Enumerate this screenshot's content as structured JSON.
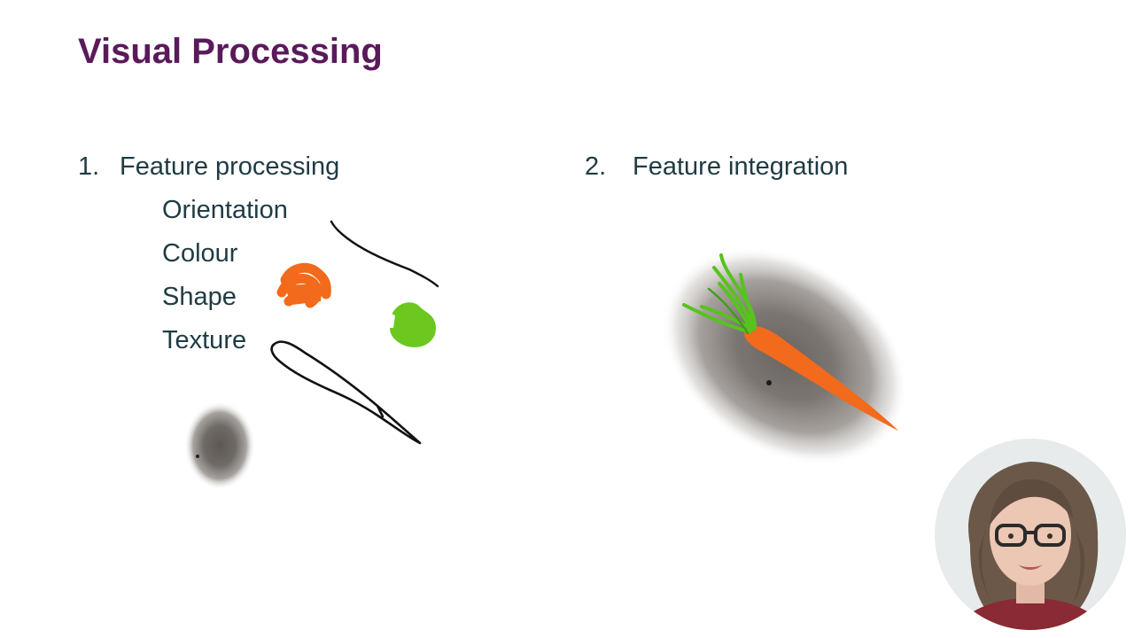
{
  "slide": {
    "title": "Visual Processing",
    "column1": {
      "number": "1.",
      "heading": "Feature processing",
      "items": [
        "Orientation",
        "Colour",
        "Shape",
        "Texture"
      ]
    },
    "column2": {
      "number": "2.",
      "heading": "Feature integration"
    }
  },
  "colors": {
    "title": "#5a1a5a",
    "body_text": "#1f3b44",
    "orange": "#f26a1b",
    "green": "#6cc81e"
  },
  "icons": {
    "orientation_stroke": "line-stroke-icon",
    "colour_orange": "orange-scribble-icon",
    "colour_green": "green-scribble-icon",
    "shape_outline": "carrot-outline-icon",
    "texture_blob": "texture-oval-icon",
    "integrated_object": "carrot-icon"
  },
  "presenter": {
    "name": "presenter-avatar"
  }
}
